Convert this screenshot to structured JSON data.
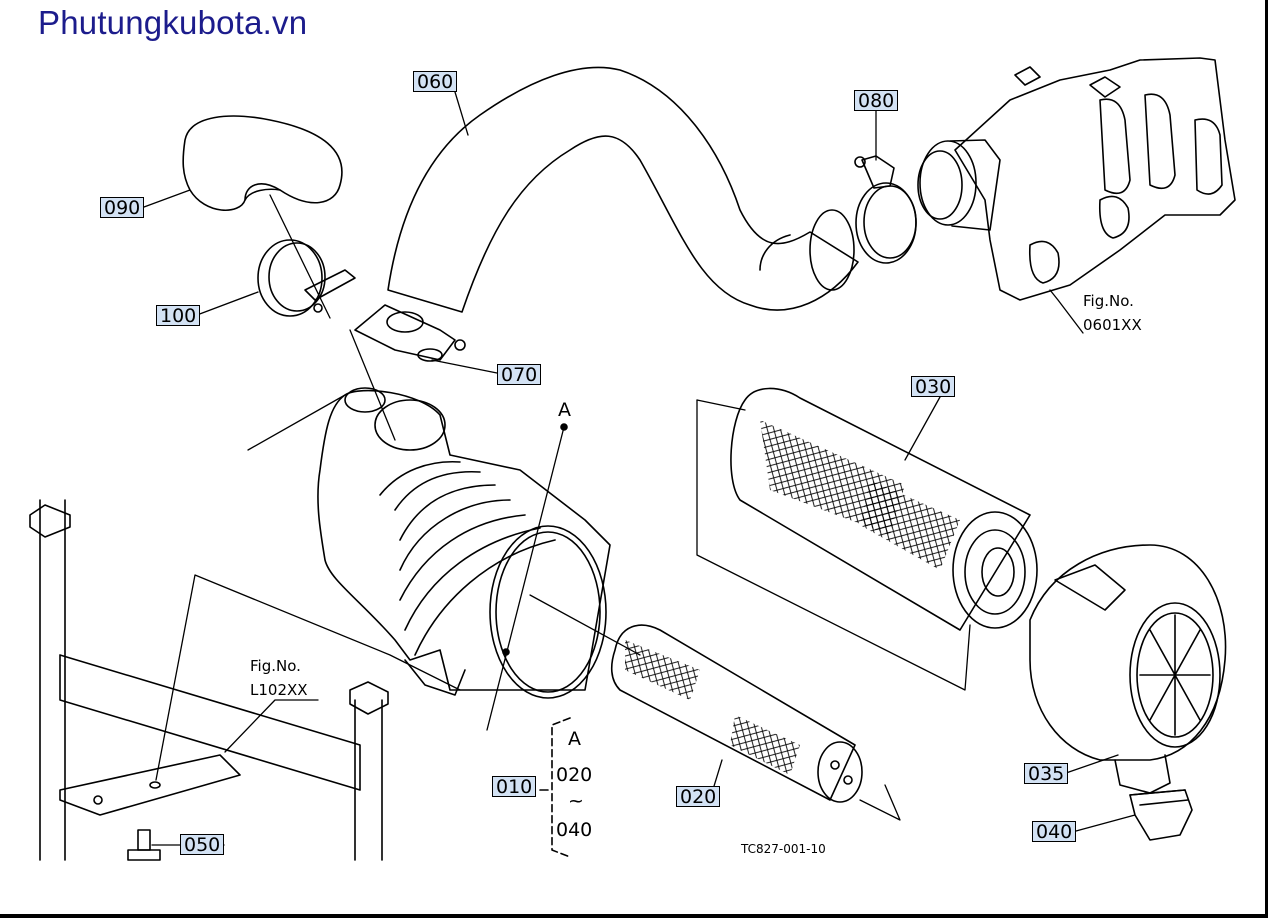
{
  "watermark": "Phutungkubota.vn",
  "callouts": {
    "p060": "060",
    "p080": "080",
    "p090": "090",
    "p100": "100",
    "p070": "070",
    "p030": "030",
    "p010": "010",
    "p020": "020",
    "p035": "035",
    "p040": "040",
    "p050": "050"
  },
  "detail_marker": "A",
  "group_label": {
    "ref": "A",
    "from": "020",
    "tilde": "~",
    "to": "040"
  },
  "fig_refs": [
    {
      "label": "Fig.No.",
      "number": "0601XX"
    },
    {
      "label": "Fig.No.",
      "number": "L102XX"
    }
  ],
  "drawing_code": "TC827-001-10",
  "colors": {
    "callout_fill": "#d3e2f4",
    "watermark": "#1c1c8c",
    "line": "#000000"
  }
}
